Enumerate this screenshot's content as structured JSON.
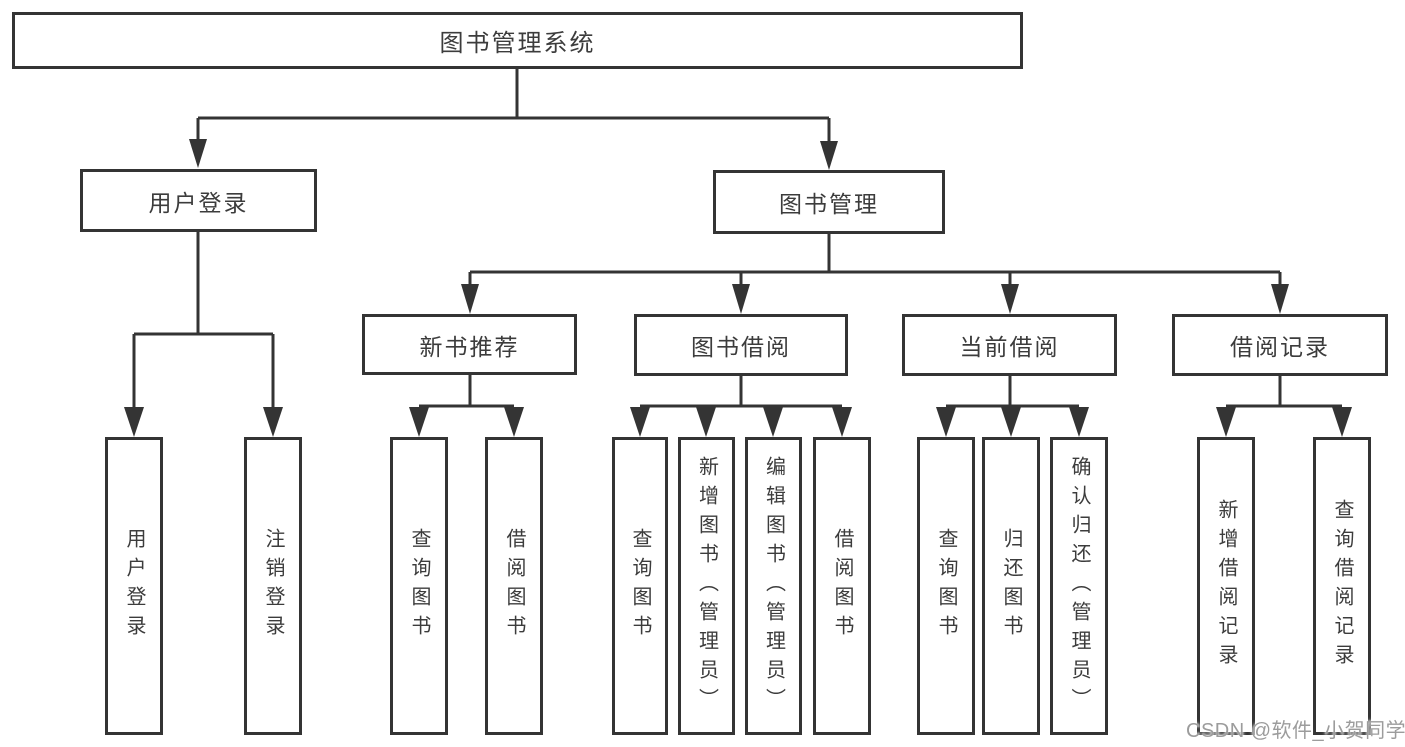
{
  "diagram": {
    "title": "图书管理系统",
    "tree": {
      "label": "图书管理系统",
      "children": [
        {
          "label": "用户登录",
          "children": [
            {
              "label": "用户登录"
            },
            {
              "label": "注销登录"
            }
          ]
        },
        {
          "label": "图书管理",
          "children": [
            {
              "label": "新书推荐",
              "children": [
                {
                  "label": "查询图书"
                },
                {
                  "label": "借阅图书"
                }
              ]
            },
            {
              "label": "图书借阅",
              "children": [
                {
                  "label": "查询图书"
                },
                {
                  "label": "新增图书（管理员）"
                },
                {
                  "label": "编辑图书（管理员）"
                },
                {
                  "label": "借阅图书"
                }
              ]
            },
            {
              "label": "当前借阅",
              "children": [
                {
                  "label": "查询图书"
                },
                {
                  "label": "归还图书"
                },
                {
                  "label": "确认归还（管理员）"
                }
              ]
            },
            {
              "label": "借阅记录",
              "children": [
                {
                  "label": "新增借阅记录"
                },
                {
                  "label": "查询借阅记录"
                }
              ]
            }
          ]
        }
      ]
    }
  },
  "watermark": {
    "text": "CSDN @软件_小贺同学"
  },
  "colors": {
    "line": "#343434",
    "box_border": "#343434",
    "text": "#3c3c3c",
    "watermark": "#9c9c9c",
    "background": "#ffffff"
  }
}
